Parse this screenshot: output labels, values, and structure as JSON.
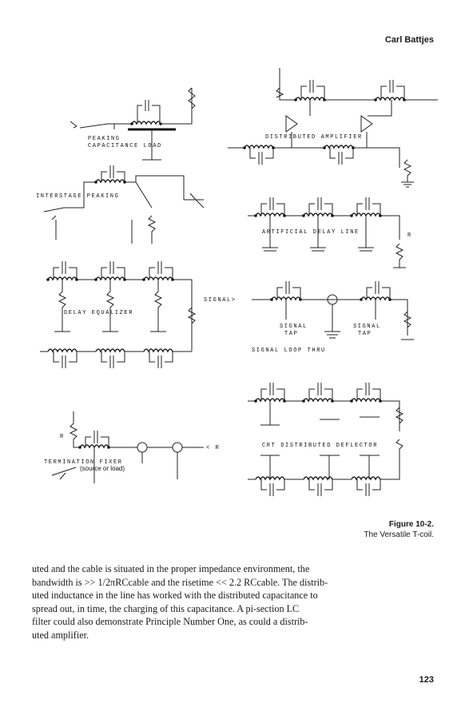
{
  "header": {
    "author": "Carl Battjes"
  },
  "figure": {
    "labels": {
      "peaking": "PEAKING",
      "capacitance_load": "CAPACITANCE LOAD",
      "distributed_amplifier": "DISTRIBUTED AMPLIFIER",
      "interstage_peaking": "INTERSTAGE PEAKING",
      "artificial_delay_line": "ARTIFICIAL DELAY LINE",
      "r_right": "R",
      "delay_equalizer": "DELAY EQUALIZER",
      "signal_in": "SIGNAL>",
      "signal_tap_1": "SIGNAL",
      "signal_tap_1b": "TAP",
      "signal_tap_2": "SIGNAL",
      "signal_tap_2b": "TAP",
      "signal_loop_thru": "SIGNAL LOOP THRU",
      "r_left": "R",
      "r_mid": "< R",
      "crt_deflector": "CRT DISTRIBUTED DEFLECTOR",
      "termination_fixer": "TERMINATION FIXER",
      "source_or_load": "(source or load)"
    }
  },
  "caption": {
    "number": "Figure 10-2.",
    "title": "The Versatile T-coil."
  },
  "body_text": {
    "line1": "uted and the cable is situated in the proper impedance environment, the",
    "line2": "bandwidth is >> 1/2πRCcable and the risetime << 2.2 RCcable. The distrib-",
    "line3": "uted inductance in the line has worked with the distributed capacitance to",
    "line4": "spread out, in time, the charging of this capacitance. A pi-section LC",
    "line5": "filter could also demonstrate Principle Number One, as could a distrib-",
    "line6": "uted amplifier."
  },
  "page_number": "123"
}
